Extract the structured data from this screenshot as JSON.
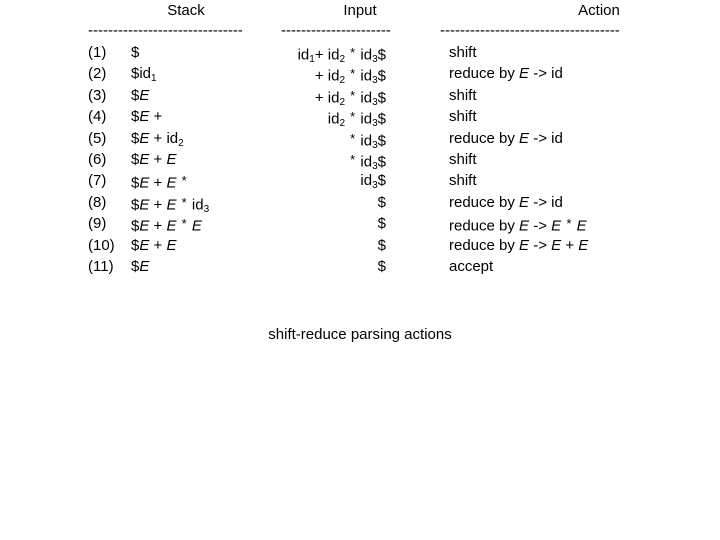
{
  "headers": {
    "stack": "Stack",
    "input": "Input",
    "action": "Action"
  },
  "rules": {
    "stack": "----------------",
    "input": "-----------",
    "action": "------------------",
    "dash_char": "-"
  },
  "caption": "shift-reduce parsing actions",
  "grammar": {
    "reduce_to_id": "reduce by E -> id",
    "reduce_to_times": "reduce by E -> E * E",
    "reduce_to_plus": "reduce by E -> E + E",
    "shift": "shift",
    "accept": "accept"
  },
  "table": {
    "columns": [
      "Stack",
      "Input",
      "Action"
    ],
    "rows": [
      {
        "num": "(1)",
        "stack_text": "$",
        "stack_tokens": [
          {
            "t": "$",
            "s": "plain"
          }
        ],
        "input_text": "id1+ id2 * id3$",
        "input_tokens": [
          {
            "t": "id",
            "s": "plain"
          },
          {
            "t": "1",
            "s": "sub"
          },
          {
            "t": "+",
            "s": "plain"
          },
          {
            "t": " ",
            "s": "space"
          },
          {
            "t": "id",
            "s": "plain"
          },
          {
            "t": "2",
            "s": "sub"
          },
          {
            "t": " ",
            "s": "space"
          },
          {
            "t": "*",
            "s": "star"
          },
          {
            "t": " ",
            "s": "space"
          },
          {
            "t": "id",
            "s": "plain"
          },
          {
            "t": "3",
            "s": "sub"
          },
          {
            "t": "$",
            "s": "plain"
          }
        ],
        "action_text": "shift",
        "action_tokens": [
          {
            "t": "shift",
            "s": "plain"
          }
        ]
      },
      {
        "num": "(2)",
        "stack_text": "$id1",
        "stack_tokens": [
          {
            "t": "$",
            "s": "plain"
          },
          {
            "t": "id",
            "s": "plain"
          },
          {
            "t": "1",
            "s": "sub"
          }
        ],
        "input_text": "+ id2 * id3$",
        "input_tokens": [
          {
            "t": "+",
            "s": "plain"
          },
          {
            "t": " ",
            "s": "space"
          },
          {
            "t": "id",
            "s": "plain"
          },
          {
            "t": "2",
            "s": "sub"
          },
          {
            "t": " ",
            "s": "space"
          },
          {
            "t": "*",
            "s": "star"
          },
          {
            "t": " ",
            "s": "space"
          },
          {
            "t": "id",
            "s": "plain"
          },
          {
            "t": "3",
            "s": "sub"
          },
          {
            "t": "$",
            "s": "plain"
          }
        ],
        "action_text": "reduce by E -> id",
        "action_tokens": [
          {
            "t": "reduce by ",
            "s": "plain"
          },
          {
            "t": "E",
            "s": "italic"
          },
          {
            "t": " -> ",
            "s": "plain"
          },
          {
            "t": "id",
            "s": "plain"
          }
        ]
      },
      {
        "num": "(3)",
        "stack_text": "$E",
        "stack_tokens": [
          {
            "t": "$",
            "s": "plain"
          },
          {
            "t": "E",
            "s": "italic"
          }
        ],
        "input_text": "+ id2 * id3$",
        "input_tokens": [
          {
            "t": "+",
            "s": "plain"
          },
          {
            "t": " ",
            "s": "space"
          },
          {
            "t": "id",
            "s": "plain"
          },
          {
            "t": "2",
            "s": "sub"
          },
          {
            "t": " ",
            "s": "space"
          },
          {
            "t": "*",
            "s": "star"
          },
          {
            "t": " ",
            "s": "space"
          },
          {
            "t": "id",
            "s": "plain"
          },
          {
            "t": "3",
            "s": "sub"
          },
          {
            "t": "$",
            "s": "plain"
          }
        ],
        "action_text": "shift",
        "action_tokens": [
          {
            "t": "shift",
            "s": "plain"
          }
        ]
      },
      {
        "num": "(4)",
        "stack_text": "$E +",
        "stack_tokens": [
          {
            "t": "$",
            "s": "plain"
          },
          {
            "t": "E",
            "s": "italic"
          },
          {
            "t": " ",
            "s": "space"
          },
          {
            "t": "+",
            "s": "plain"
          }
        ],
        "input_text": "id2 * id3$",
        "input_tokens": [
          {
            "t": "id",
            "s": "plain"
          },
          {
            "t": "2",
            "s": "sub"
          },
          {
            "t": " ",
            "s": "space"
          },
          {
            "t": "*",
            "s": "star"
          },
          {
            "t": " ",
            "s": "space"
          },
          {
            "t": "id",
            "s": "plain"
          },
          {
            "t": "3",
            "s": "sub"
          },
          {
            "t": "$",
            "s": "plain"
          }
        ],
        "action_text": "shift",
        "action_tokens": [
          {
            "t": "shift",
            "s": "plain"
          }
        ]
      },
      {
        "num": "(5)",
        "stack_text": "$E + id2",
        "stack_tokens": [
          {
            "t": "$",
            "s": "plain"
          },
          {
            "t": "E",
            "s": "italic"
          },
          {
            "t": " + ",
            "s": "plain"
          },
          {
            "t": "id",
            "s": "plain"
          },
          {
            "t": "2",
            "s": "sub"
          }
        ],
        "input_text": "* id3$",
        "input_tokens": [
          {
            "t": "*",
            "s": "star"
          },
          {
            "t": " ",
            "s": "space"
          },
          {
            "t": "id",
            "s": "plain"
          },
          {
            "t": "3",
            "s": "sub"
          },
          {
            "t": "$",
            "s": "plain"
          }
        ],
        "action_text": "reduce by E -> id",
        "action_tokens": [
          {
            "t": "reduce by ",
            "s": "plain"
          },
          {
            "t": "E",
            "s": "italic"
          },
          {
            "t": " -> ",
            "s": "plain"
          },
          {
            "t": "id",
            "s": "plain"
          }
        ]
      },
      {
        "num": "(6)",
        "stack_text": "$E + E",
        "stack_tokens": [
          {
            "t": "$",
            "s": "plain"
          },
          {
            "t": "E",
            "s": "italic"
          },
          {
            "t": " + ",
            "s": "plain"
          },
          {
            "t": "E",
            "s": "italic"
          }
        ],
        "input_text": "* id3$",
        "input_tokens": [
          {
            "t": "*",
            "s": "star"
          },
          {
            "t": " ",
            "s": "space"
          },
          {
            "t": "id",
            "s": "plain"
          },
          {
            "t": "3",
            "s": "sub"
          },
          {
            "t": "$",
            "s": "plain"
          }
        ],
        "action_text": "shift",
        "action_tokens": [
          {
            "t": "shift",
            "s": "plain"
          }
        ]
      },
      {
        "num": "(7)",
        "stack_text": "$E + E *",
        "stack_tokens": [
          {
            "t": "$",
            "s": "plain"
          },
          {
            "t": "E",
            "s": "italic"
          },
          {
            "t": " + ",
            "s": "plain"
          },
          {
            "t": "E",
            "s": "italic"
          },
          {
            "t": " ",
            "s": "space"
          },
          {
            "t": "*",
            "s": "star"
          }
        ],
        "input_text": "id3$",
        "input_tokens": [
          {
            "t": "id",
            "s": "plain"
          },
          {
            "t": "3",
            "s": "sub"
          },
          {
            "t": "$",
            "s": "plain"
          }
        ],
        "action_text": "shift",
        "action_tokens": [
          {
            "t": "shift",
            "s": "plain"
          }
        ]
      },
      {
        "num": "(8)",
        "stack_text": "$E + E * id3",
        "stack_tokens": [
          {
            "t": "$",
            "s": "plain"
          },
          {
            "t": "E",
            "s": "italic"
          },
          {
            "t": " + ",
            "s": "plain"
          },
          {
            "t": "E",
            "s": "italic"
          },
          {
            "t": " ",
            "s": "space"
          },
          {
            "t": "*",
            "s": "star"
          },
          {
            "t": " ",
            "s": "space"
          },
          {
            "t": "id",
            "s": "plain"
          },
          {
            "t": "3",
            "s": "sub"
          }
        ],
        "input_text": "$",
        "input_tokens": [
          {
            "t": "$",
            "s": "plain"
          }
        ],
        "action_text": "reduce by E -> id",
        "action_tokens": [
          {
            "t": "reduce by ",
            "s": "plain"
          },
          {
            "t": "E",
            "s": "italic"
          },
          {
            "t": " -> ",
            "s": "plain"
          },
          {
            "t": "id",
            "s": "plain"
          }
        ]
      },
      {
        "num": "(9)",
        "stack_text": "$E + E * E",
        "stack_tokens": [
          {
            "t": "$",
            "s": "plain"
          },
          {
            "t": "E",
            "s": "italic"
          },
          {
            "t": " + ",
            "s": "plain"
          },
          {
            "t": "E",
            "s": "italic"
          },
          {
            "t": " ",
            "s": "space"
          },
          {
            "t": "*",
            "s": "star"
          },
          {
            "t": " ",
            "s": "space"
          },
          {
            "t": "E",
            "s": "italic"
          }
        ],
        "input_text": "$",
        "input_tokens": [
          {
            "t": "$",
            "s": "plain"
          }
        ],
        "action_text": "reduce by E -> E * E",
        "action_tokens": [
          {
            "t": "reduce by ",
            "s": "plain"
          },
          {
            "t": "E",
            "s": "italic"
          },
          {
            "t": " -> ",
            "s": "plain"
          },
          {
            "t": "E",
            "s": "italic"
          },
          {
            "t": " ",
            "s": "space"
          },
          {
            "t": "*",
            "s": "star"
          },
          {
            "t": " ",
            "s": "space"
          },
          {
            "t": "E",
            "s": "italic"
          }
        ]
      },
      {
        "num": "(10)",
        "stack_text": "$E + E",
        "stack_tokens": [
          {
            "t": "$",
            "s": "plain"
          },
          {
            "t": "E",
            "s": "italic"
          },
          {
            "t": " + ",
            "s": "plain"
          },
          {
            "t": "E",
            "s": "italic"
          }
        ],
        "input_text": "$",
        "input_tokens": [
          {
            "t": "$",
            "s": "plain"
          }
        ],
        "action_text": "reduce by E -> E + E",
        "action_tokens": [
          {
            "t": "reduce by ",
            "s": "plain"
          },
          {
            "t": "E",
            "s": "italic"
          },
          {
            "t": " -> ",
            "s": "plain"
          },
          {
            "t": "E",
            "s": "italic"
          },
          {
            "t": " + ",
            "s": "plain"
          },
          {
            "t": "E",
            "s": "italic"
          }
        ]
      },
      {
        "num": "(11)",
        "stack_text": "$E",
        "stack_tokens": [
          {
            "t": "$",
            "s": "plain"
          },
          {
            "t": "E",
            "s": "italic"
          }
        ],
        "input_text": "$",
        "input_tokens": [
          {
            "t": "$",
            "s": "plain"
          }
        ],
        "action_text": "accept",
        "action_tokens": [
          {
            "t": "accept",
            "s": "plain"
          }
        ]
      }
    ]
  },
  "colors": {
    "background": "#ffffff",
    "text": "#000000"
  }
}
